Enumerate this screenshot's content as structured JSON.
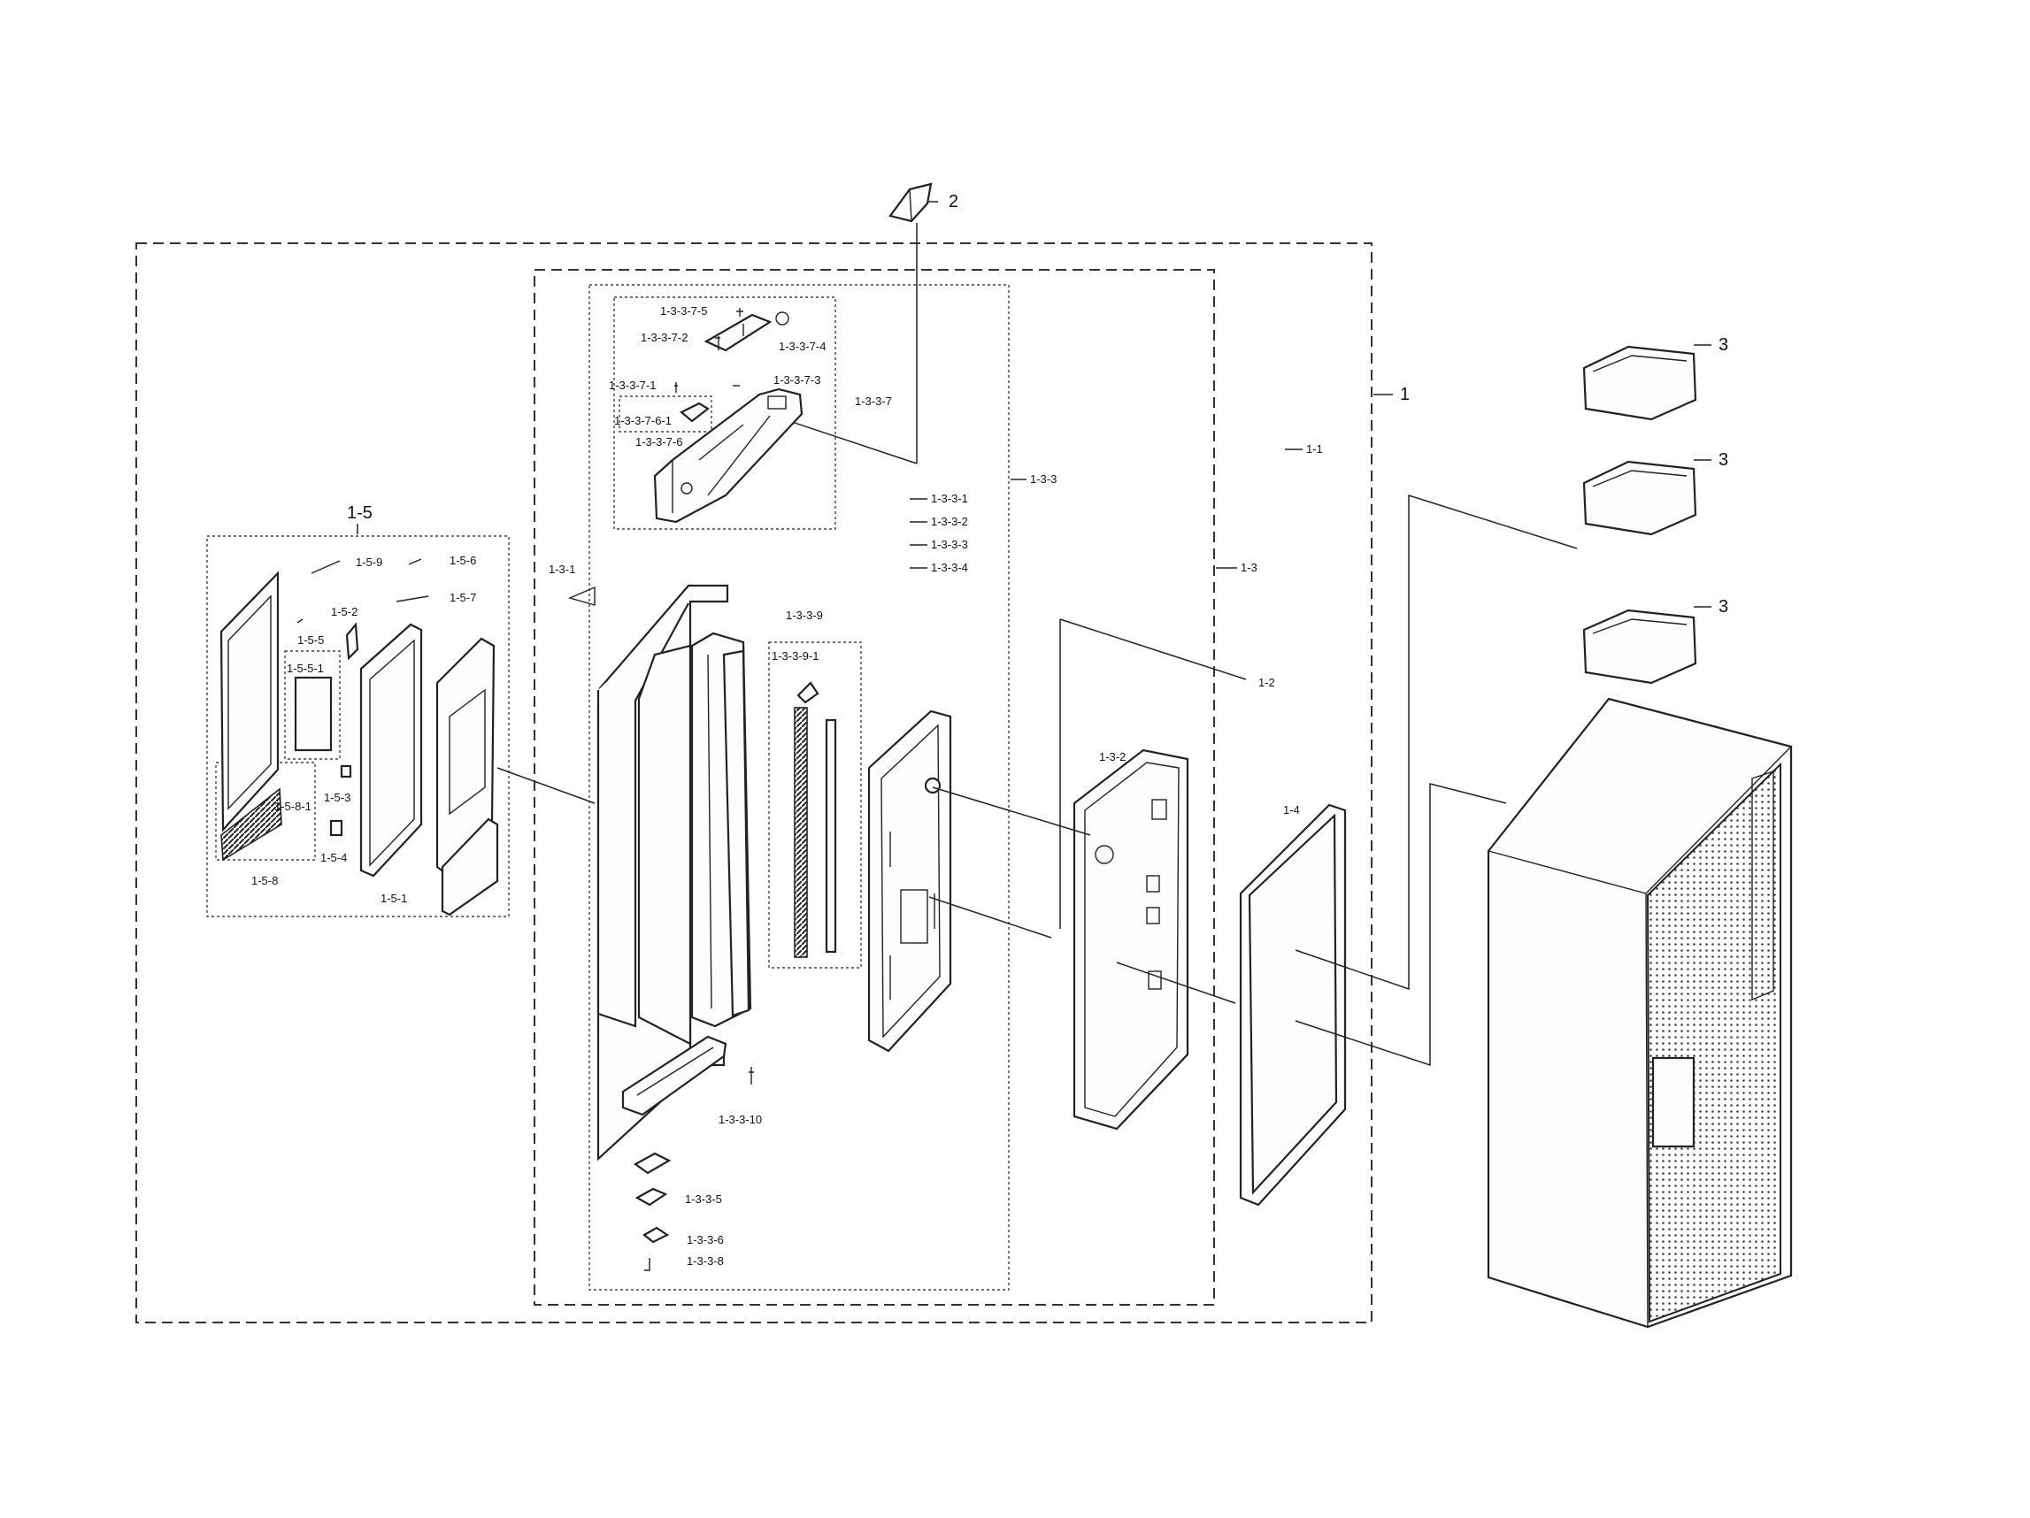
{
  "labels": {
    "part_2": "2",
    "part_1": "1",
    "part_1_1": "1-1",
    "part_1_2": "1-2",
    "part_1_3": "1-3",
    "part_1_4": "1-4",
    "part_1_3_1": "1-3-1",
    "part_1_3_2": "1-3-2",
    "part_1_3_3": "1-3-3",
    "part_1_3_3_1": "1-3-3-1",
    "part_1_3_3_2": "1-3-3-2",
    "part_1_3_3_3": "1-3-3-3",
    "part_1_3_3_4": "1-3-3-4",
    "part_1_3_3_5": "1-3-3-5",
    "part_1_3_3_6": "1-3-3-6",
    "part_1_3_3_7": "1-3-3-7",
    "part_1_3_3_8": "1-3-3-8",
    "part_1_3_3_9": "1-3-3-9",
    "part_1_3_3_9_1": "1-3-3-9-1",
    "part_1_3_3_10": "1-3-3-10",
    "part_1_3_3_7_1": "1-3-3-7-1",
    "part_1_3_3_7_2": "1-3-3-7-2",
    "part_1_3_3_7_3": "1-3-3-7-3",
    "part_1_3_3_7_4": "1-3-3-7-4",
    "part_1_3_3_7_5": "1-3-3-7-5",
    "part_1_3_3_7_6": "1-3-3-7-6",
    "part_1_3_3_7_6_1": "1-3-3-7-6-1",
    "part_1_5": "1-5",
    "part_1_5_1": "1-5-1",
    "part_1_5_2": "1-5-2",
    "part_1_5_3": "1-5-3",
    "part_1_5_4": "1-5-4",
    "part_1_5_5": "1-5-5",
    "part_1_5_5_1": "1-5-5-1",
    "part_1_5_6": "1-5-6",
    "part_1_5_7": "1-5-7",
    "part_1_5_8": "1-5-8",
    "part_1_5_8_1": "1-5-8-1",
    "part_1_5_9": "1-5-9",
    "part_3_a": "3",
    "part_3_b": "3",
    "part_3_c": "3"
  }
}
